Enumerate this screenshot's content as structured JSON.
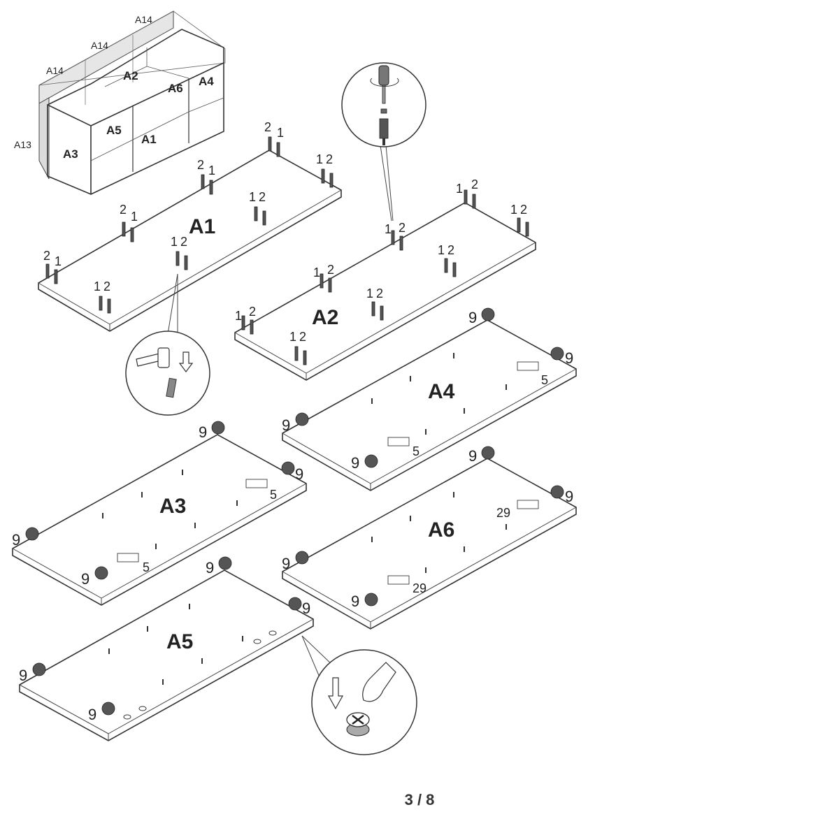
{
  "overview": {
    "labels": {
      "back_left": "A14",
      "back_mid": "A14",
      "back_right": "A14",
      "side": "A13",
      "a2": "A2",
      "a4": "A4",
      "a6": "A6",
      "a5": "A5",
      "a1": "A1",
      "a3": "A3"
    }
  },
  "panels": {
    "a1": "A1",
    "a2": "A2",
    "a3": "A3",
    "a4": "A4",
    "a5": "A5",
    "a6": "A6"
  },
  "callouts": {
    "cam_bolt": "9",
    "dowel_a": "1",
    "dowel_b": "2",
    "connector_a": "5",
    "connector_b": "29"
  },
  "page_number": "3 / 8"
}
